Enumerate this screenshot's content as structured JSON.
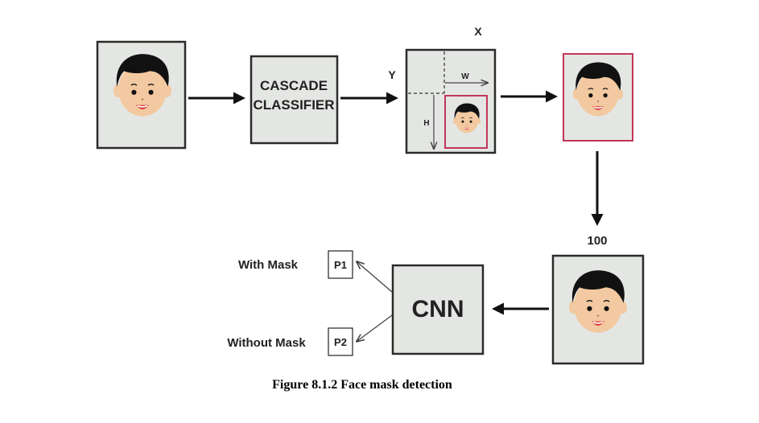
{
  "diagram": {
    "classifier_label_line1": "CASCADE",
    "classifier_label_line2": "CLASSIFIER",
    "axis_x": "X",
    "axis_y": "Y",
    "dim_w": "W",
    "dim_h": "H",
    "resize_label": "100",
    "cnn_label": "CNN",
    "output_p1": "P1",
    "output_p2": "P2",
    "with_mask_label": "With Mask",
    "without_mask_label": "Without Mask",
    "caption": "Figure 8.1.2 Face mask detection"
  },
  "colors": {
    "box_fill": "#e4e6e3",
    "box_border": "#2b2b2b",
    "face_skin": "#f2c9a0",
    "hair": "#111111",
    "highlight_border": "#c2375a",
    "mouth": "#d9302f"
  },
  "icons": [
    "face-icon",
    "arrow-right-icon",
    "arrow-down-icon",
    "arrow-left-icon"
  ]
}
